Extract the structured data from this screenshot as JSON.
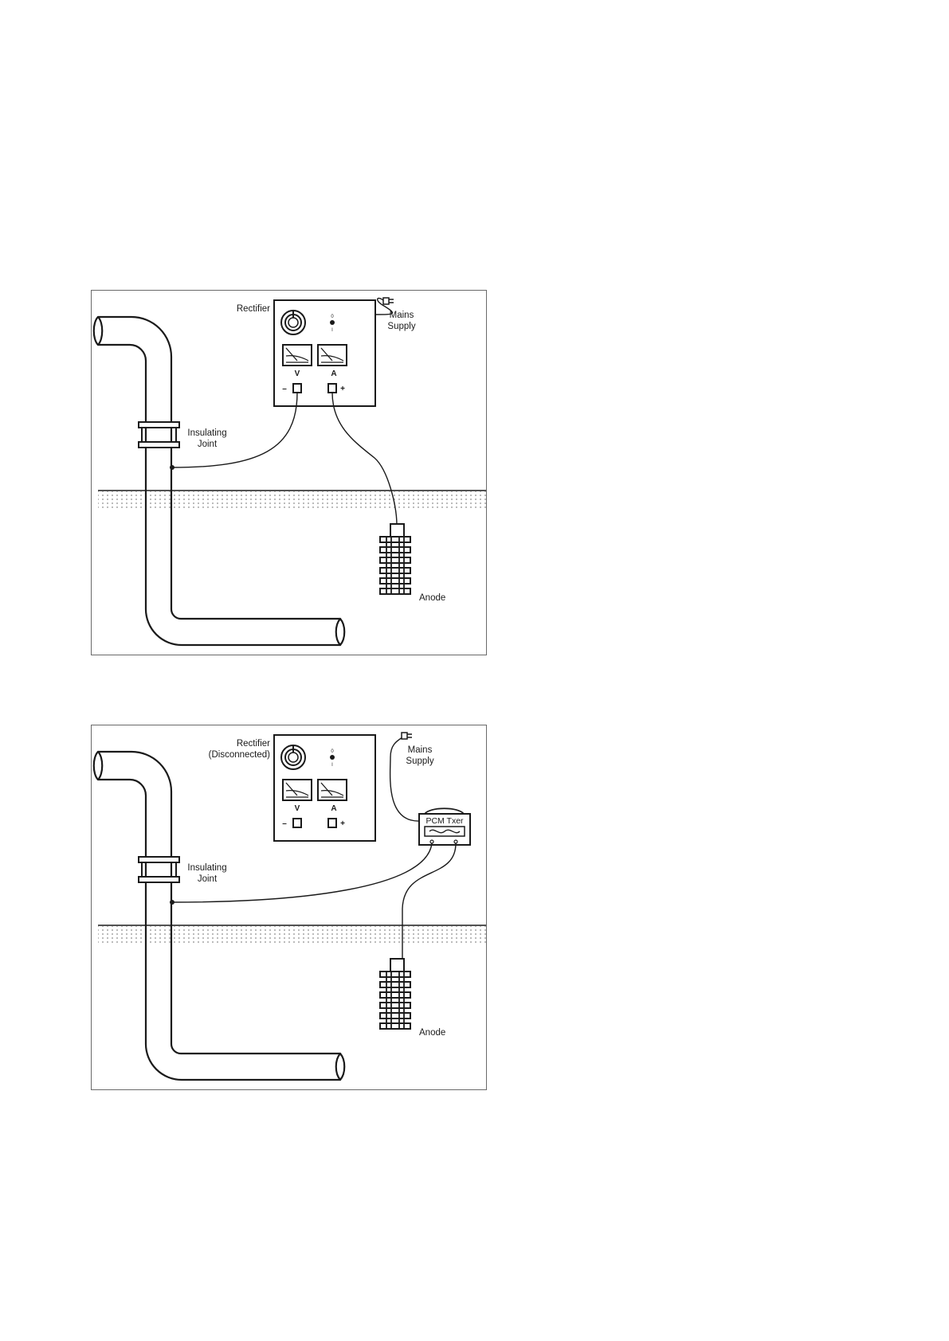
{
  "diagram_top": {
    "rectifier_label": "Rectifier",
    "mains_label_line1": "Mains",
    "mains_label_line2": "Supply",
    "joint_label_line1": "Insulating",
    "joint_label_line2": "Joint",
    "anode_label": "Anode",
    "meter_v": "V",
    "meter_a": "A",
    "terminal_neg": "–",
    "terminal_pos": "+",
    "switch_on": "0",
    "switch_off": "I"
  },
  "diagram_bottom": {
    "rectifier_label_line1": "Rectifier",
    "rectifier_label_line2": "(Disconnected)",
    "mains_label_line1": "Mains",
    "mains_label_line2": "Supply",
    "joint_label_line1": "Insulating",
    "joint_label_line2": "Joint",
    "anode_label": "Anode",
    "meter_v": "V",
    "meter_a": "A",
    "terminal_neg": "–",
    "terminal_pos": "+",
    "switch_on": "0",
    "switch_off": "I",
    "transmitter_label": "PCM Txer"
  }
}
